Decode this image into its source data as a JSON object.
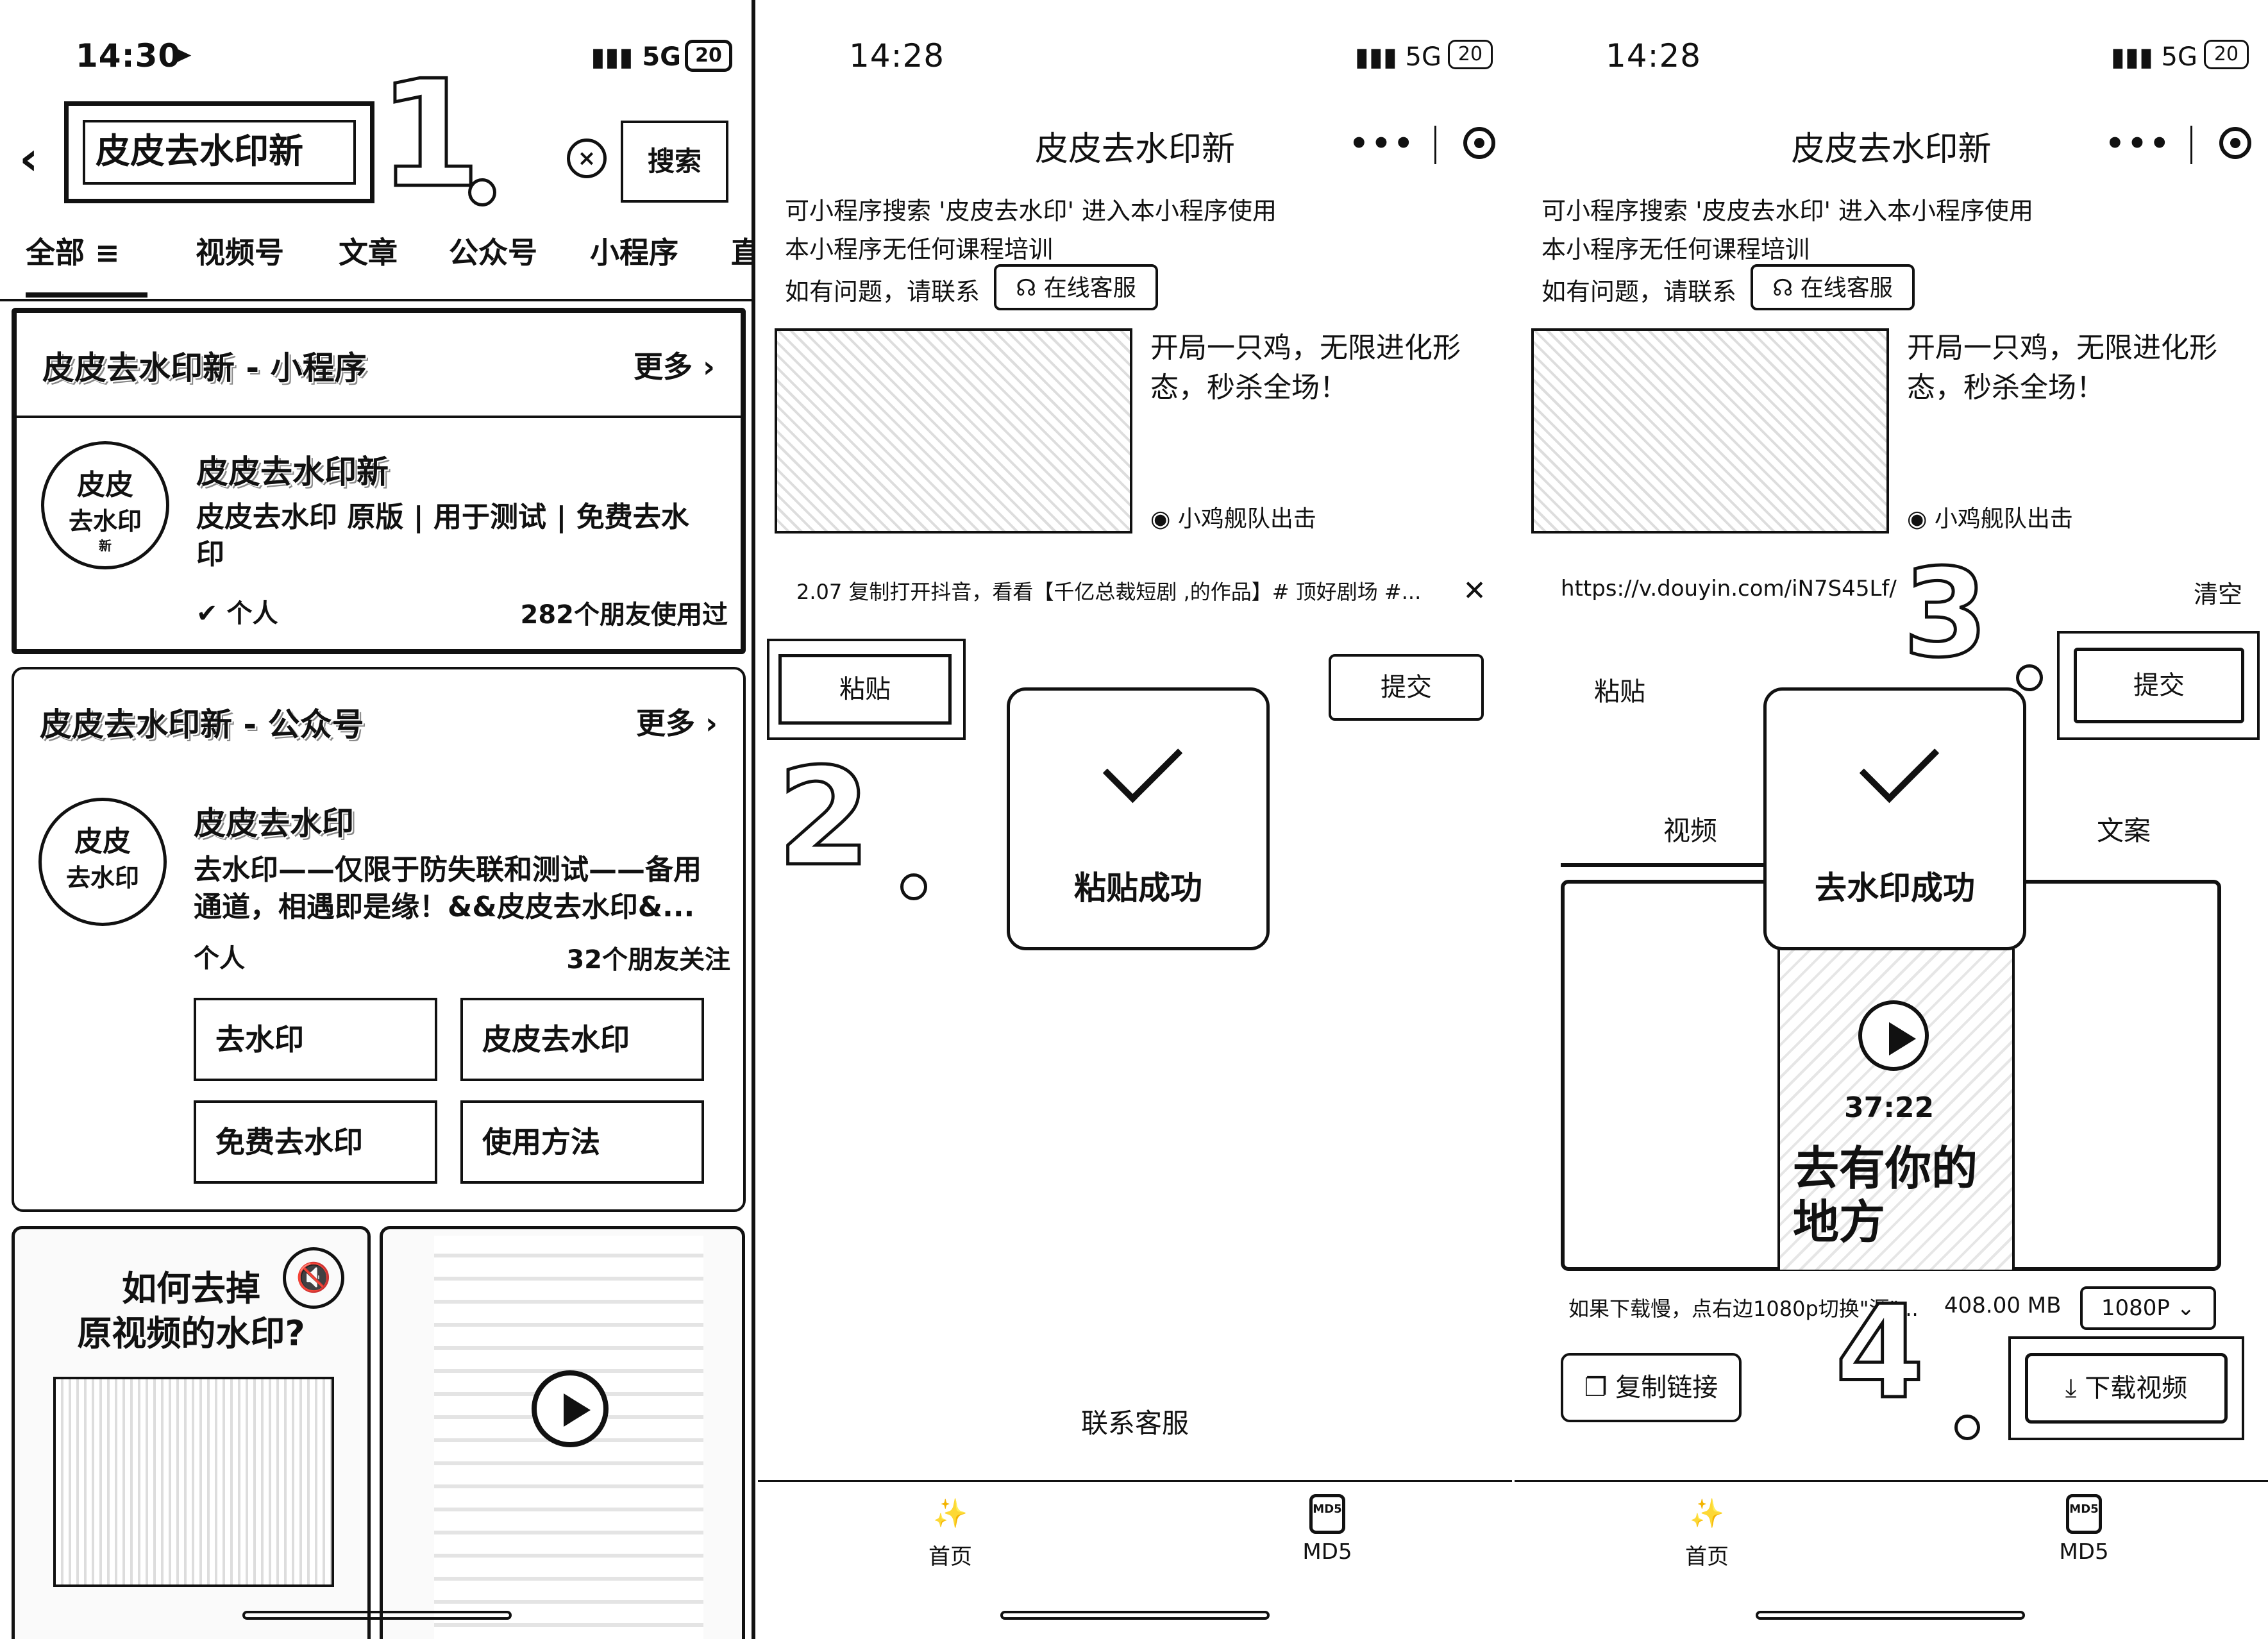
{
  "panel1": {
    "status": {
      "time": "14:30",
      "network": "5G",
      "battery": "20"
    },
    "search": {
      "value": "皮皮去水印新",
      "button": "搜索"
    },
    "step": "1",
    "tabs": [
      "全部",
      "视频号",
      "文章",
      "公众号",
      "小程序",
      "直"
    ],
    "miniprogram_card": {
      "header": "皮皮去水印新 - 小程序",
      "more": "更多",
      "avatar_line1": "皮皮",
      "avatar_line2": "去水印",
      "avatar_line3": "新",
      "title": "皮皮去水印新",
      "desc": "皮皮去水印 原版 | 用于测试 | 免费去水印",
      "owner": "个人",
      "users": "282个朋友使用过"
    },
    "official_card": {
      "header": "皮皮去水印新 - 公众号",
      "more": "更多",
      "avatar_line1": "皮皮",
      "avatar_line2": "去水印",
      "title": "皮皮去水印",
      "desc": "去水印——仅限于防失联和测试——备用通道，相遇即是缘！&&皮皮去水印&...",
      "owner": "个人",
      "follows": "32个朋友关注",
      "buttons": [
        "去水印",
        "皮皮去水印",
        "免费去水印",
        "使用方法"
      ]
    },
    "video": {
      "title_line1": "如何去掉",
      "title_line2": "原视频的水印?"
    }
  },
  "panel2": {
    "status": {
      "time": "14:28",
      "network": "5G",
      "battery": "20"
    },
    "title": "皮皮去水印新",
    "info_line1": "可小程序搜索 '皮皮去水印' 进入本小程序使用",
    "info_line2": "本小程序无任何课程培训",
    "info_line3": "如有问题，请联系",
    "cs_button": "在线客服",
    "ad_text": "开局一只鸡，无限进化形态，秒杀全场！",
    "ad_source": "小鸡舰队出击",
    "input_value": "2.07 复制打开抖音，看看【千亿总裁短剧 ,的作品】# 顶好剧场 #...",
    "paste_button": "粘贴",
    "submit_button": "提交",
    "toast": "粘贴成功",
    "step": "2",
    "contact": "联系客服",
    "nav": [
      {
        "label": "首页"
      },
      {
        "label": "MD5",
        "icon_text": "MD5"
      }
    ]
  },
  "panel3": {
    "status": {
      "time": "14:28",
      "network": "5G",
      "battery": "20"
    },
    "title": "皮皮去水印新",
    "info_line1": "可小程序搜索 '皮皮去水印' 进入本小程序使用",
    "info_line2": "本小程序无任何课程培训",
    "info_line3": "如有问题，请联系",
    "cs_button": "在线客服",
    "ad_text": "开局一只鸡，无限进化形态，秒杀全场！",
    "ad_source": "小鸡舰队出击",
    "url": "https://v.douyin.com/iN7S45Lf/",
    "clear": "清空",
    "paste_button": "粘贴",
    "submit_button": "提交",
    "step3": "3",
    "toast": "去水印成功",
    "tab_video": "视频",
    "tab_copy": "文案",
    "poster_time": "37:22",
    "poster_title": "去有你的地方",
    "slow_hint": "如果下载慢，点右边1080p切换\"源\"...",
    "size": "408.00 MB",
    "quality": "1080P",
    "copy_link": "复制链接",
    "download": "下载视频",
    "step4": "4",
    "nav": [
      {
        "label": "首页"
      },
      {
        "label": "MD5",
        "icon_text": "MD5"
      }
    ]
  }
}
